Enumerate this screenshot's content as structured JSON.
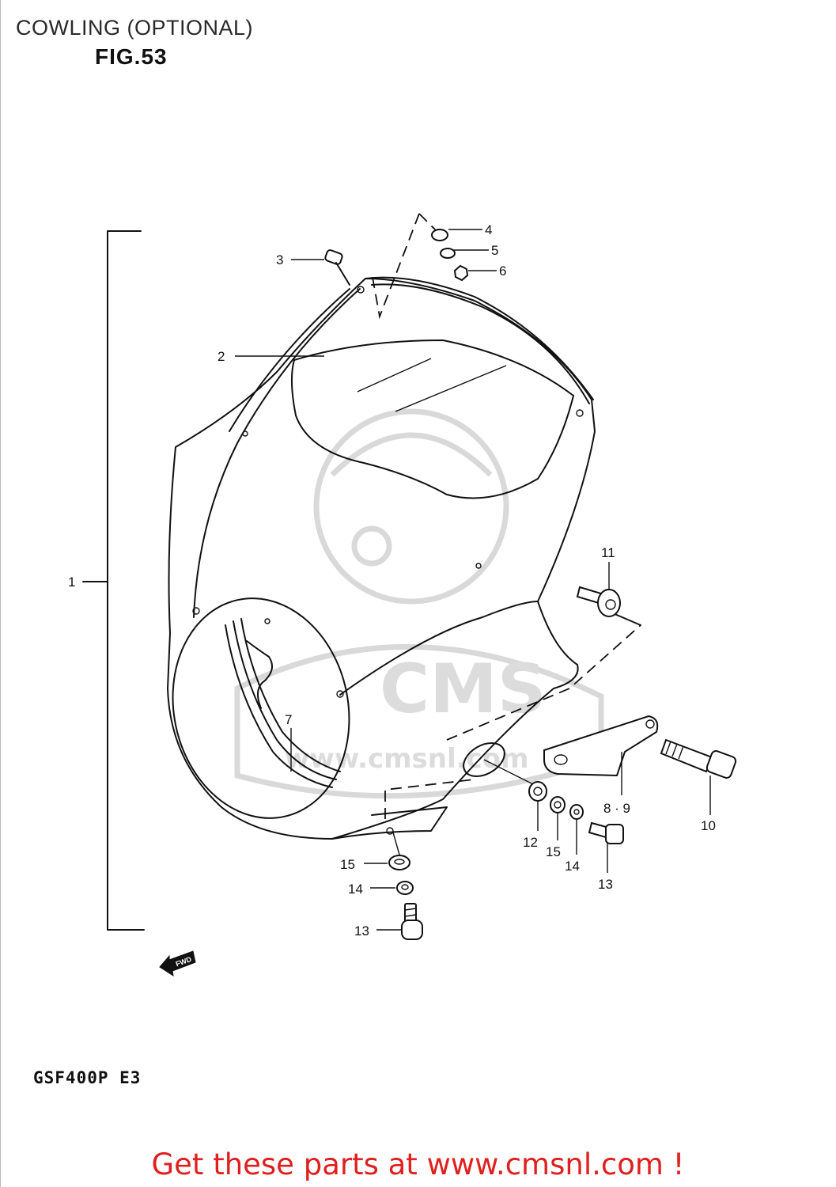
{
  "header": {
    "title": "COWLING (OPTIONAL)",
    "figure": "FIG.53"
  },
  "footer": {
    "model": "GSF400P E3",
    "promo": "Get these parts at www.cmsnl.com !"
  },
  "watermark": {
    "brand": "CMS",
    "url": "www.cmsnl.com"
  },
  "fwd_arrow": "FWD",
  "callouts": {
    "c1": "1",
    "c2": "2",
    "c3": "3",
    "c4": "4",
    "c5": "5",
    "c6": "6",
    "c7": "7",
    "c89": "8 · 9",
    "c10": "10",
    "c11": "11",
    "c12": "12",
    "c13a": "13",
    "c13b": "13",
    "c14a": "14",
    "c14b": "14",
    "c15a": "15",
    "c15b": "15"
  },
  "colors": {
    "promo": "#e01f1f",
    "lines": "#111111",
    "watermark": "#d9d9d9"
  }
}
